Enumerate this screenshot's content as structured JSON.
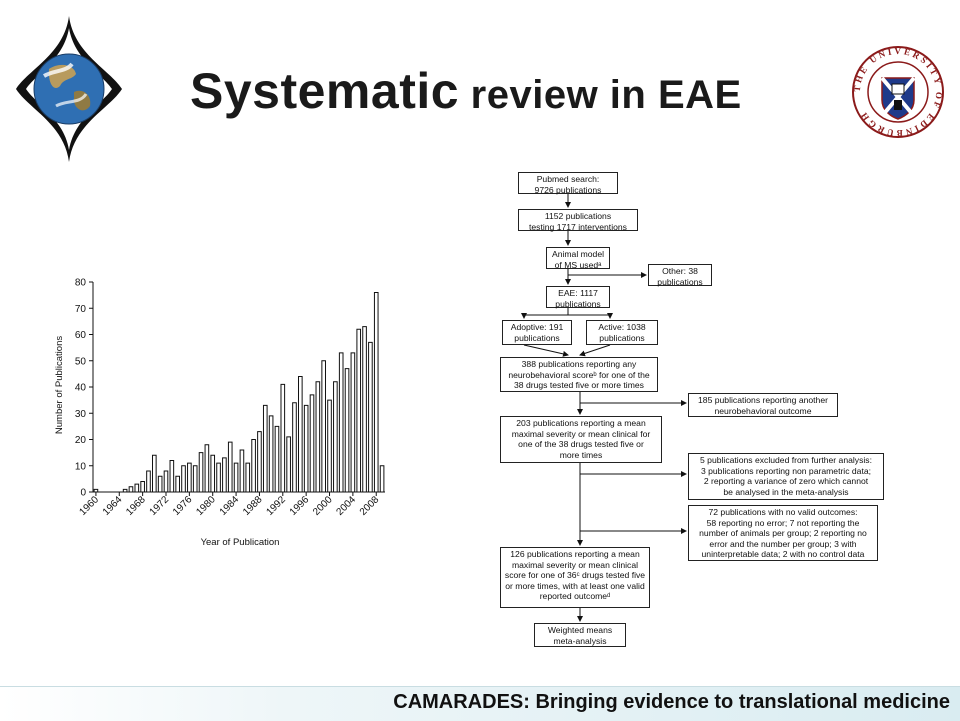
{
  "title": {
    "part1": "Systematic",
    "part2": " review in EAE"
  },
  "logos": {
    "left": {
      "icon": "earth-icon"
    },
    "right": {
      "icon": "university-crest-icon",
      "ring_text": "THE UNIVERSITY OF EDINBURGH"
    }
  },
  "chart_data": {
    "type": "bar",
    "xlabel": "Year of Publication",
    "ylabel": "Number of Publications",
    "ylim": [
      0,
      80
    ],
    "yticks": [
      0,
      10,
      20,
      30,
      40,
      50,
      60,
      70,
      80
    ],
    "xtick_labels": [
      "1960",
      "1964",
      "1968",
      "1972",
      "1976",
      "1980",
      "1984",
      "1988",
      "1992",
      "1996",
      "2000",
      "2004",
      "2008"
    ],
    "categories": [
      1960,
      1961,
      1962,
      1963,
      1964,
      1965,
      1966,
      1967,
      1968,
      1969,
      1970,
      1971,
      1972,
      1973,
      1974,
      1975,
      1976,
      1977,
      1978,
      1979,
      1980,
      1981,
      1982,
      1983,
      1984,
      1985,
      1986,
      1987,
      1988,
      1989,
      1990,
      1991,
      1992,
      1993,
      1994,
      1995,
      1996,
      1997,
      1998,
      1999,
      2000,
      2001,
      2002,
      2003,
      2004,
      2005,
      2006,
      2007,
      2008
    ],
    "values": [
      1,
      0,
      0,
      0,
      0,
      1,
      2,
      3,
      4,
      8,
      14,
      6,
      8,
      12,
      6,
      10,
      11,
      10,
      15,
      18,
      14,
      11,
      13,
      19,
      11,
      16,
      11,
      20,
      23,
      33,
      29,
      25,
      41,
      21,
      34,
      44,
      33,
      37,
      42,
      50,
      35,
      42,
      53,
      47,
      53,
      62,
      63,
      57,
      76,
      10
    ]
  },
  "flowchart": {
    "pubmed": [
      "Pubmed search:",
      "9726 publications"
    ],
    "p1152": [
      "1152 publications",
      "testing 1717 interventions"
    ],
    "animal": [
      "Animal model",
      "of MS usedᵃ"
    ],
    "other": [
      "Other: 38",
      "publications"
    ],
    "eae": [
      "EAE: 1117",
      "publications"
    ],
    "adoptive": [
      "Adoptive: 191",
      "publications"
    ],
    "active": [
      "Active: 1038",
      "publications"
    ],
    "p388": [
      "388 publications reporting any",
      "neurobehavioral scoreᵇ for one of the",
      "38 drugs tested five or more times"
    ],
    "p185": [
      "185 publications reporting another",
      "neurobehavioral outcome"
    ],
    "p203": [
      "203 publications reporting a mean",
      "maximal severity or mean clinical for",
      "one of the 38 drugs tested five or",
      "more times"
    ],
    "p5": [
      "5 publications excluded from further analysis:",
      "3 publications reporting non parametric data;",
      "2 reporting a variance of zero which cannot",
      "be analysed in the meta-analysis"
    ],
    "p72": [
      "72 publications with no valid outcomes:",
      "58 reporting no error; 7 not reporting the",
      "number of animals per group; 2 reporting no",
      "error and the number per group; 3 with",
      "uninterpretable data; 2 with no control data"
    ],
    "p126": [
      "126 publications reporting a mean",
      "maximal severity or mean clinical",
      "score for one of 36ᶜ drugs tested five",
      "or more times, with at least one valid",
      "reported outcomeᵈ"
    ],
    "weighted": [
      "Weighted means",
      "meta-analysis"
    ]
  },
  "footer": {
    "text": "CAMARADES: Bringing evidence to translational medicine"
  }
}
